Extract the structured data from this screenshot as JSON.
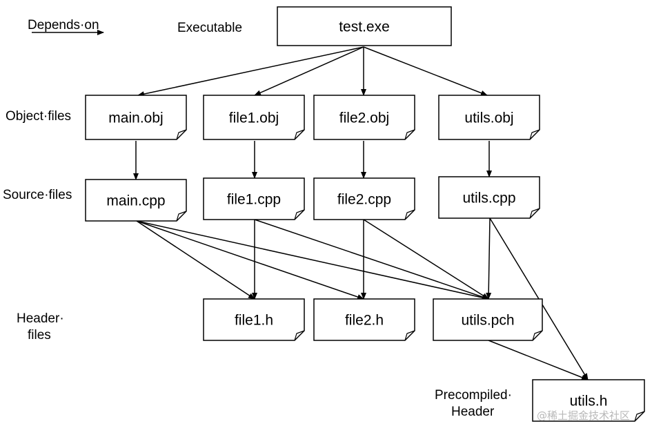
{
  "legend": {
    "label": "Depends·on"
  },
  "levels": {
    "executable": "Executable",
    "object": "Object·files",
    "source": "Source·files",
    "header_line1": "Header·",
    "header_line2": "files",
    "pch_line1": "Precompiled·",
    "pch_line2": "Header"
  },
  "nodes": {
    "exe": "test.exe",
    "main_obj": "main.obj",
    "file1_obj": "file1.obj",
    "file2_obj": "file2.obj",
    "utils_obj": "utils.obj",
    "main_cpp": "main.cpp",
    "file1_cpp": "file1.cpp",
    "file2_cpp": "file2.cpp",
    "utils_cpp": "utils.cpp",
    "file1_h": "file1.h",
    "file2_h": "file2.h",
    "utils_pch": "utils.pch",
    "utils_h": "utils.h"
  },
  "edges": [
    [
      "exe",
      "main_obj"
    ],
    [
      "exe",
      "file1_obj"
    ],
    [
      "exe",
      "file2_obj"
    ],
    [
      "exe",
      "utils_obj"
    ],
    [
      "main_obj",
      "main_cpp"
    ],
    [
      "file1_obj",
      "file1_cpp"
    ],
    [
      "file2_obj",
      "file2_cpp"
    ],
    [
      "utils_obj",
      "utils_cpp"
    ],
    [
      "main_cpp",
      "file1_h"
    ],
    [
      "main_cpp",
      "file2_h"
    ],
    [
      "main_cpp",
      "utils_pch"
    ],
    [
      "file1_cpp",
      "file1_h"
    ],
    [
      "file1_cpp",
      "utils_pch"
    ],
    [
      "file2_cpp",
      "file2_h"
    ],
    [
      "file2_cpp",
      "utils_pch"
    ],
    [
      "utils_cpp",
      "utils_pch"
    ],
    [
      "utils_cpp",
      "utils_h"
    ],
    [
      "utils_pch",
      "utils_h"
    ]
  ],
  "watermark": "@稀土掘金技术社区"
}
